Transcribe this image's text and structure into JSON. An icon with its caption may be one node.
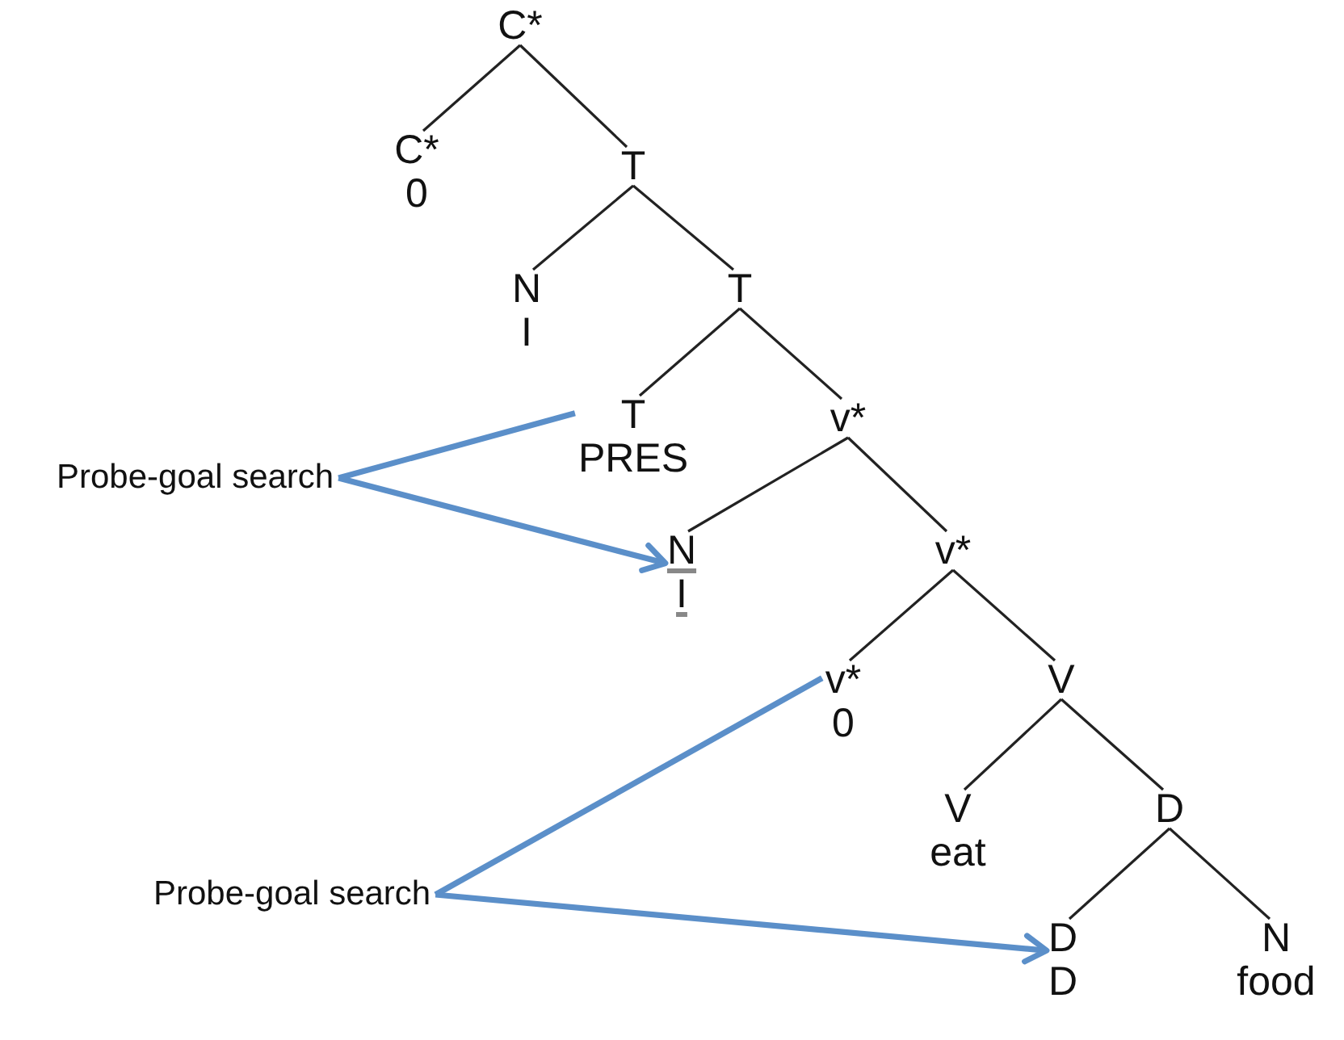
{
  "diagram": {
    "nodes": [
      {
        "text": [
          "C*"
        ]
      },
      {
        "text": [
          "C*",
          "0"
        ]
      },
      {
        "text": [
          "T"
        ]
      },
      {
        "text": [
          "N",
          "I"
        ]
      },
      {
        "text": [
          "T"
        ]
      },
      {
        "text": [
          "T",
          "PRES"
        ]
      },
      {
        "text": [
          "v*"
        ]
      },
      {
        "text": [
          "N",
          "I"
        ]
      },
      {
        "text": [
          "v*"
        ]
      },
      {
        "text": [
          "v*",
          "0"
        ]
      },
      {
        "text": [
          "V"
        ]
      },
      {
        "text": [
          "V",
          "eat"
        ]
      },
      {
        "text": [
          "D"
        ]
      },
      {
        "text": [
          "D",
          "D"
        ]
      },
      {
        "text": [
          "N",
          "food"
        ]
      },
      {
        "text": [
          "Probe-goal search"
        ]
      },
      {
        "text": [
          "Probe-goal search"
        ]
      }
    ],
    "edges": [
      {
        "from": 0,
        "to": 1,
        "arrow": "none"
      },
      {
        "from": 0,
        "to": 2,
        "arrow": "none"
      },
      {
        "from": 2,
        "to": 3,
        "arrow": "none"
      },
      {
        "from": 2,
        "to": 4,
        "arrow": "none"
      },
      {
        "from": 4,
        "to": 5,
        "arrow": "none"
      },
      {
        "from": 4,
        "to": 6,
        "arrow": "none"
      },
      {
        "from": 6,
        "to": 7,
        "arrow": "none"
      },
      {
        "from": 6,
        "to": 8,
        "arrow": "none"
      },
      {
        "from": 8,
        "to": 9,
        "arrow": "none"
      },
      {
        "from": 8,
        "to": 10,
        "arrow": "none"
      },
      {
        "from": 10,
        "to": 11,
        "arrow": "none"
      },
      {
        "from": 10,
        "to": 12,
        "arrow": "none"
      },
      {
        "from": 12,
        "to": 13,
        "arrow": "none"
      },
      {
        "from": 12,
        "to": 14,
        "arrow": "none"
      },
      {
        "from": 15,
        "to": 5,
        "arrow": "none",
        "style": "thick",
        "color": "#5b8fc9"
      },
      {
        "from": 15,
        "to": 7,
        "arrow": "to",
        "style": "thick",
        "color": "#5b8fc9"
      },
      {
        "from": 16,
        "to": 9,
        "arrow": "none",
        "style": "thick",
        "color": "#5b8fc9"
      },
      {
        "from": 16,
        "to": 13,
        "arrow": "to",
        "style": "thick",
        "color": "#5b8fc9"
      }
    ]
  }
}
